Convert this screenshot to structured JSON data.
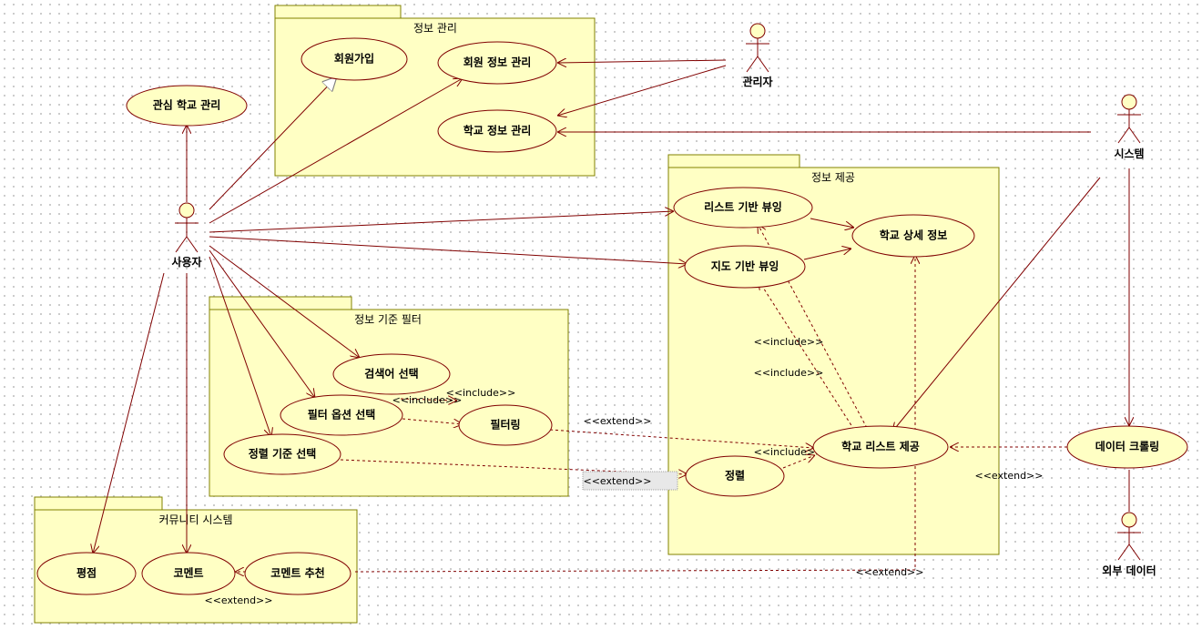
{
  "packages": {
    "info_mgmt": "정보 관리",
    "info_provide": "정보 제공",
    "filter": "정보 기준 필터",
    "community": "커뮤니티 시스템"
  },
  "actors": {
    "user": "사용자",
    "admin": "관리자",
    "system": "시스템",
    "external": "외부 데이터"
  },
  "usecases": {
    "signup": "회원가입",
    "member_info": "회원 정보 관리",
    "school_info": "학교 정보 관리",
    "interest_school": "관심 학교 관리",
    "list_view": "리스트 기반 뷰잉",
    "map_view": "지도 기반 뷰잉",
    "school_detail": "학교 상세 정보",
    "school_list": "학교 리스트 제공",
    "sort": "정렬",
    "crawling": "데이터 크롤링",
    "keyword": "검색어 선택",
    "filter_option": "필터 옵션 선택",
    "filtering": "필터링",
    "sort_criteria": "정렬 기준 선택",
    "rating": "평점",
    "comment": "코멘트",
    "comment_rec": "코멘트 추천"
  },
  "stereotypes": {
    "include": "<<include>>",
    "extend": "<<extend>>"
  },
  "colors": {
    "fill": "#ffffc4",
    "line": "#800000",
    "package_border": "#808000"
  }
}
